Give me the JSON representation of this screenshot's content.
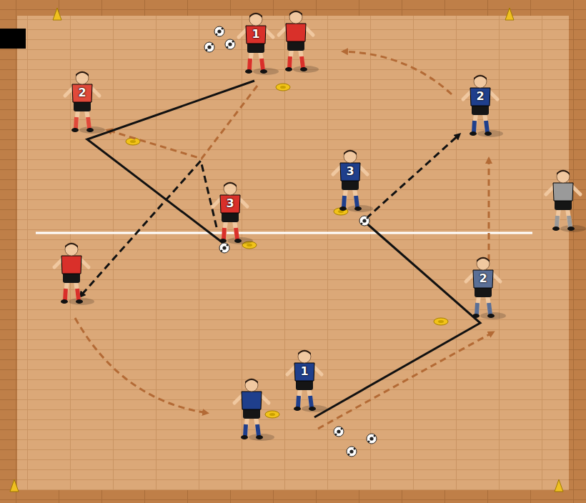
{
  "diagram": {
    "labels": [
      "1",
      "2",
      "2",
      "3",
      "3",
      "2",
      "1"
    ]
  }
}
